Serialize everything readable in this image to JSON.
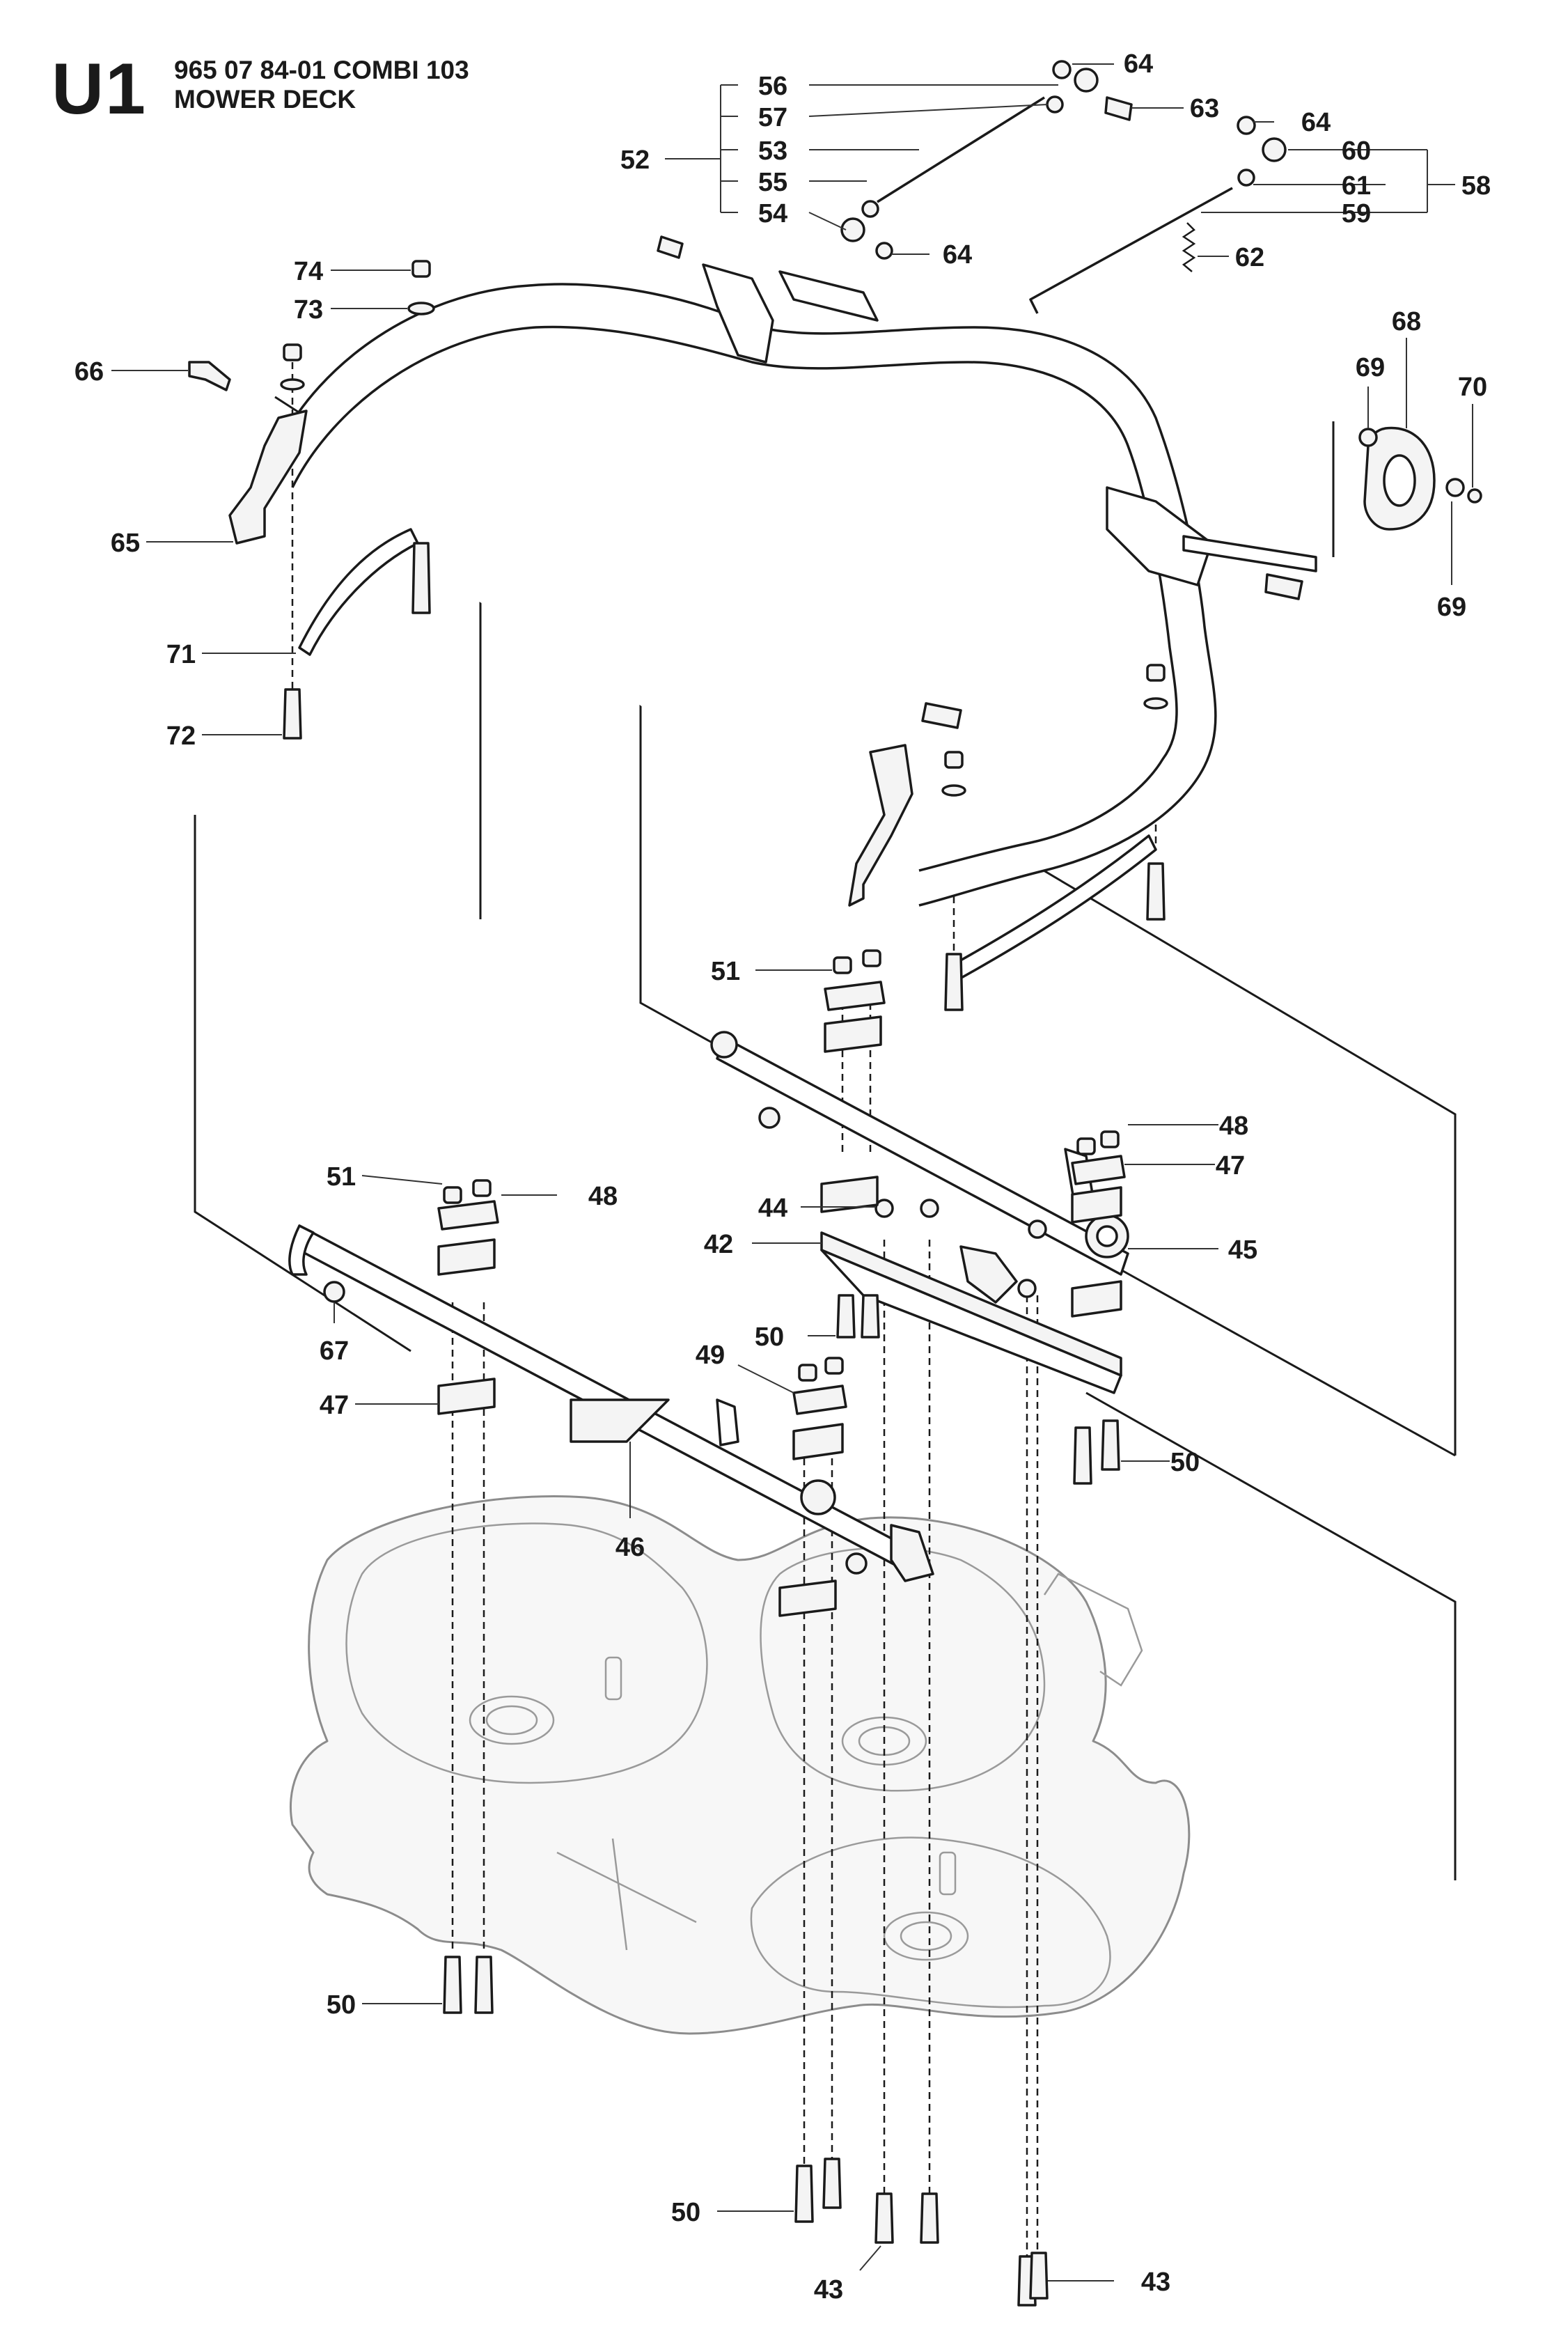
{
  "header": {
    "section_code": "U1",
    "part_number_line": "965 07 84-01 COMBI 103",
    "assembly_name": "MOWER DECK"
  },
  "callouts": [
    {
      "id": "c56",
      "label": "56"
    },
    {
      "id": "c57",
      "label": "57"
    },
    {
      "id": "c53",
      "label": "53"
    },
    {
      "id": "c55",
      "label": "55"
    },
    {
      "id": "c54",
      "label": "54"
    },
    {
      "id": "c52",
      "label": "52"
    },
    {
      "id": "c64a",
      "label": "64"
    },
    {
      "id": "c63",
      "label": "63"
    },
    {
      "id": "c64b",
      "label": "64"
    },
    {
      "id": "c64c",
      "label": "64"
    },
    {
      "id": "c60",
      "label": "60"
    },
    {
      "id": "c61",
      "label": "61"
    },
    {
      "id": "c59",
      "label": "59"
    },
    {
      "id": "c58",
      "label": "58"
    },
    {
      "id": "c62",
      "label": "62"
    },
    {
      "id": "c74",
      "label": "74"
    },
    {
      "id": "c73",
      "label": "73"
    },
    {
      "id": "c66",
      "label": "66"
    },
    {
      "id": "c65",
      "label": "65"
    },
    {
      "id": "c71",
      "label": "71"
    },
    {
      "id": "c72",
      "label": "72"
    },
    {
      "id": "c68",
      "label": "68"
    },
    {
      "id": "c69a",
      "label": "69"
    },
    {
      "id": "c70",
      "label": "70"
    },
    {
      "id": "c69b",
      "label": "69"
    },
    {
      "id": "c51a",
      "label": "51"
    },
    {
      "id": "c48a",
      "label": "48"
    },
    {
      "id": "c47a",
      "label": "47"
    },
    {
      "id": "c44",
      "label": "44"
    },
    {
      "id": "c42",
      "label": "42"
    },
    {
      "id": "c45",
      "label": "45"
    },
    {
      "id": "c51b",
      "label": "51"
    },
    {
      "id": "c48b",
      "label": "48"
    },
    {
      "id": "c50a",
      "label": "50"
    },
    {
      "id": "c49",
      "label": "49"
    },
    {
      "id": "c67",
      "label": "67"
    },
    {
      "id": "c47b",
      "label": "47"
    },
    {
      "id": "c46",
      "label": "46"
    },
    {
      "id": "c50b",
      "label": "50"
    },
    {
      "id": "c50c",
      "label": "50"
    },
    {
      "id": "c50d",
      "label": "50"
    },
    {
      "id": "c43a",
      "label": "43"
    },
    {
      "id": "c43b",
      "label": "43"
    }
  ]
}
